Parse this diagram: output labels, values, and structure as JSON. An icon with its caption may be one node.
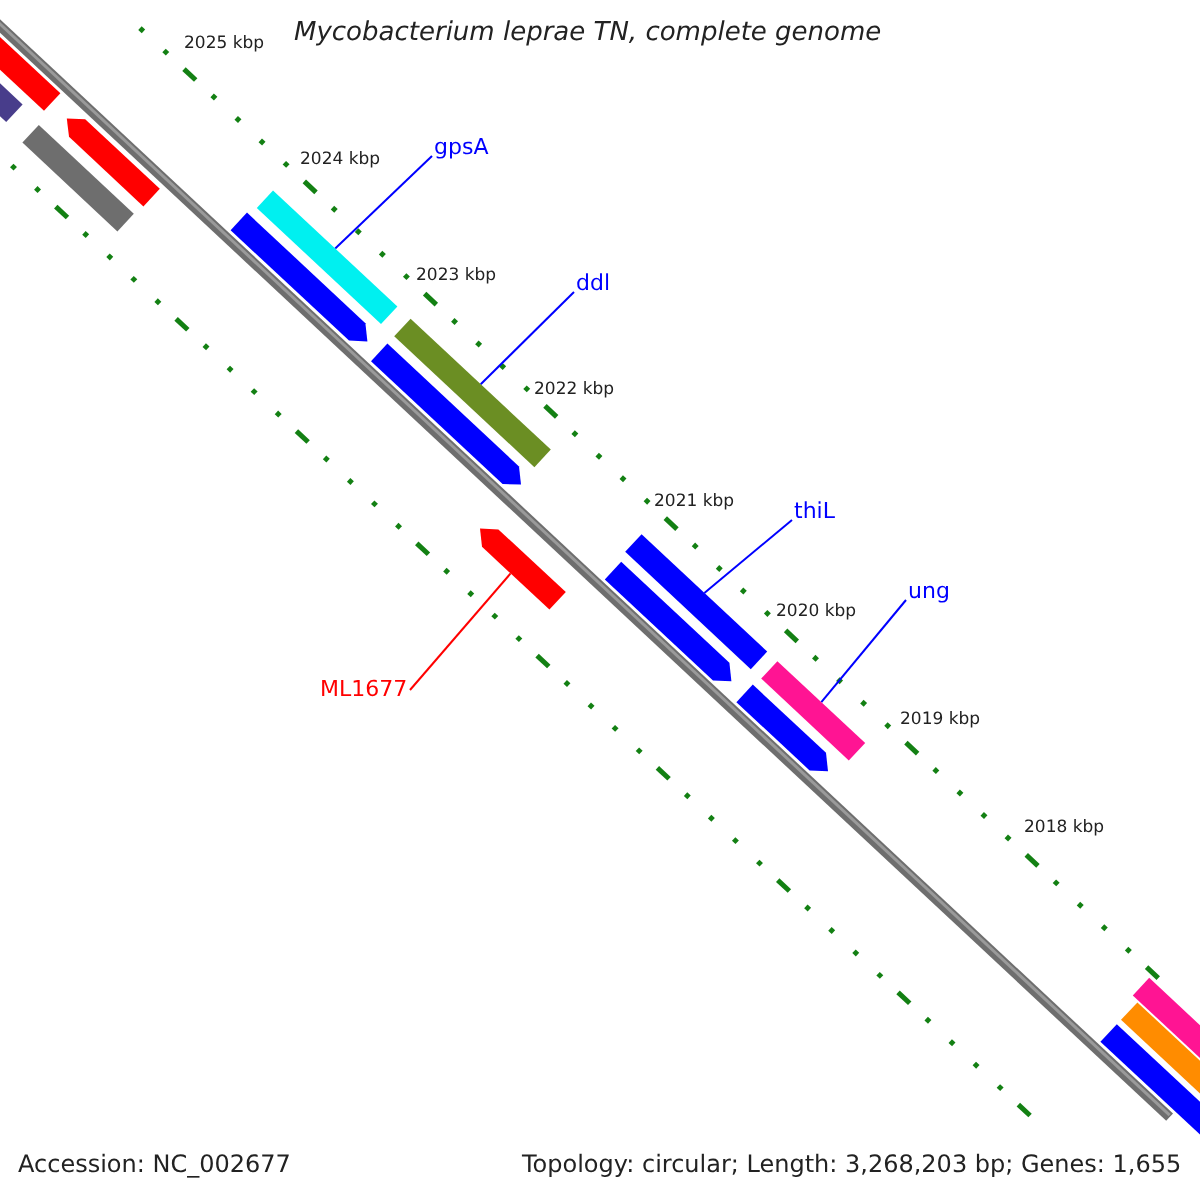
{
  "diagram": {
    "title": "Mycobacterium leprae TN, complete genome",
    "nodes": [
      {
        "text": [
          "gpsA"
        ]
      },
      {
        "text": [
          "ddl"
        ]
      },
      {
        "text": [
          "thiL"
        ]
      },
      {
        "text": [
          "ung"
        ]
      },
      {
        "text": [
          "ML1677"
        ]
      },
      {
        "text": [],
        "shape": "bar"
      },
      {
        "text": [],
        "shape": "bar"
      },
      {
        "text": [],
        "shape": "bar"
      },
      {
        "text": [],
        "shape": "arrow"
      },
      {
        "text": [],
        "shape": "arrow"
      },
      {
        "text": [],
        "shape": "bar"
      },
      {
        "text": [],
        "shape": "arrow"
      },
      {
        "text": [],
        "shape": "bar"
      },
      {
        "text": [],
        "shape": "arrow"
      },
      {
        "text": [],
        "shape": "arrow"
      },
      {
        "text": [],
        "shape": "bar"
      },
      {
        "text": [],
        "shape": "arrow"
      },
      {
        "text": [],
        "shape": "bar"
      },
      {
        "text": [],
        "shape": "arrow"
      },
      {
        "text": [],
        "shape": "bar"
      },
      {
        "text": [],
        "shape": "bar"
      }
    ],
    "edges": [
      {
        "from": 0,
        "to": 10,
        "arrow": "none"
      },
      {
        "from": 1,
        "to": 12,
        "arrow": "none"
      },
      {
        "from": 2,
        "to": 15,
        "arrow": "none"
      },
      {
        "from": 3,
        "to": 17,
        "arrow": "none"
      },
      {
        "from": 4,
        "to": 13,
        "arrow": "none",
        "color": "#ff0000"
      }
    ],
    "labels": [
      "2025 kbp",
      "2024 kbp",
      "2023 kbp",
      "2022 kbp",
      "2021 kbp",
      "2020 kbp",
      "2019 kbp",
      "2018 kbp",
      "Accession: NC_002677",
      "Topology: circular; Length: 3,268,203 bp; Genes: 1,655"
    ]
  }
}
